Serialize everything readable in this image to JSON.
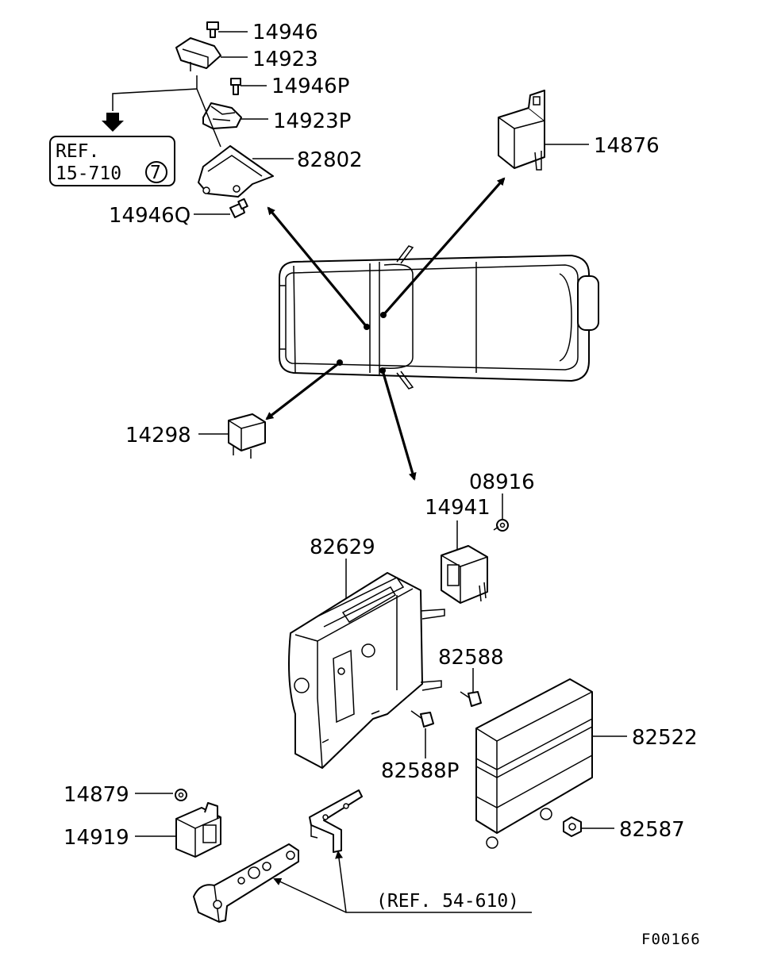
{
  "parts": {
    "p14946": "14946",
    "p14923": "14923",
    "p14946P": "14946P",
    "p14923P": "14923P",
    "p82802": "82802",
    "p14946Q": "14946Q",
    "p14876": "14876",
    "p14298": "14298",
    "p08916": "08916",
    "p14941": "14941",
    "p82629": "82629",
    "p82588": "82588",
    "p82588P": "82588P",
    "p82522": "82522",
    "p14879": "14879",
    "p14919": "14919",
    "p82587": "82587"
  },
  "refs": {
    "ref1_line1": "REF.",
    "ref1_line2": "15-710",
    "ref1_circle": "7",
    "ref2": "(REF. 54-610)"
  },
  "figure_code": "F00166"
}
